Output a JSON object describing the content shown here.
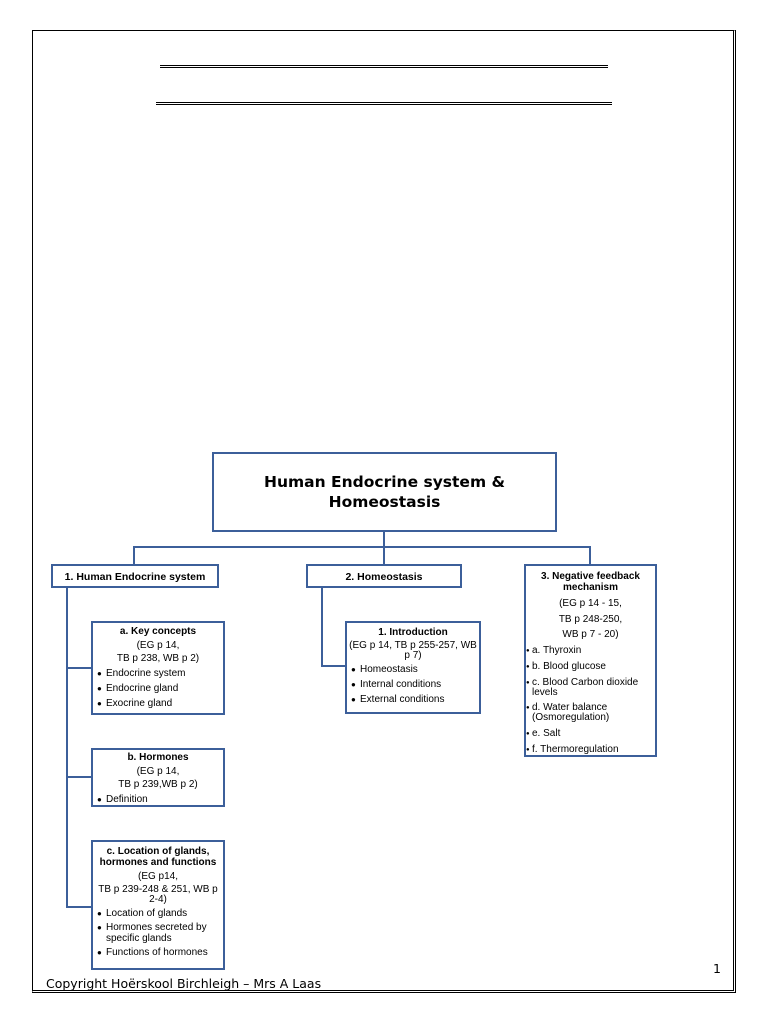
{
  "title_lines": [
    "",
    ""
  ],
  "root": {
    "line1": "Human Endocrine system &",
    "line2": "Homeostasis"
  },
  "branch1": {
    "title": "1. Human Endocrine system",
    "a": {
      "title": "a. Key concepts",
      "ref1": "(EG p 14,",
      "ref2": "TB p 238, WB p 2)",
      "items": [
        "Endocrine system",
        "Endocrine gland",
        "Exocrine gland"
      ]
    },
    "b": {
      "title": "b. Hormones",
      "ref1": "(EG p 14,",
      "ref2": "TB p 239,WB p 2)",
      "items": [
        "Definition"
      ]
    },
    "c": {
      "title": "c. Location of glands, hormones and functions",
      "ref1": "(EG p14,",
      "ref2": "TB p 239-248 & 251, WB p 2-4)",
      "items": [
        "Location of glands",
        "Hormones secreted by specific glands",
        "Functions of hormones"
      ]
    }
  },
  "branch2": {
    "title": "2. Homeostasis",
    "intro": {
      "title": "1. Introduction",
      "ref": "(EG p 14, TB p 255-257, WB p 7)",
      "items": [
        "Homeostasis",
        "Internal conditions",
        "External conditions"
      ]
    }
  },
  "branch3": {
    "title": "3. Negative feedback mechanism",
    "ref1": "(EG p 14 - 15,",
    "ref2": "TB p 248-250,",
    "ref3": "WB p 7 - 20)",
    "items": [
      "a. Thyroxin",
      "b. Blood glucose",
      "c. Blood Carbon dioxide levels",
      "d. Water balance (Osmoregulation)",
      "e. Salt",
      "f. Thermoregulation"
    ]
  },
  "footer": {
    "copyright": "Copyright Hoërskool Birchleigh – Mrs A Laas",
    "page_number": "1"
  },
  "colors": {
    "box_border": "#3c5f9a"
  }
}
